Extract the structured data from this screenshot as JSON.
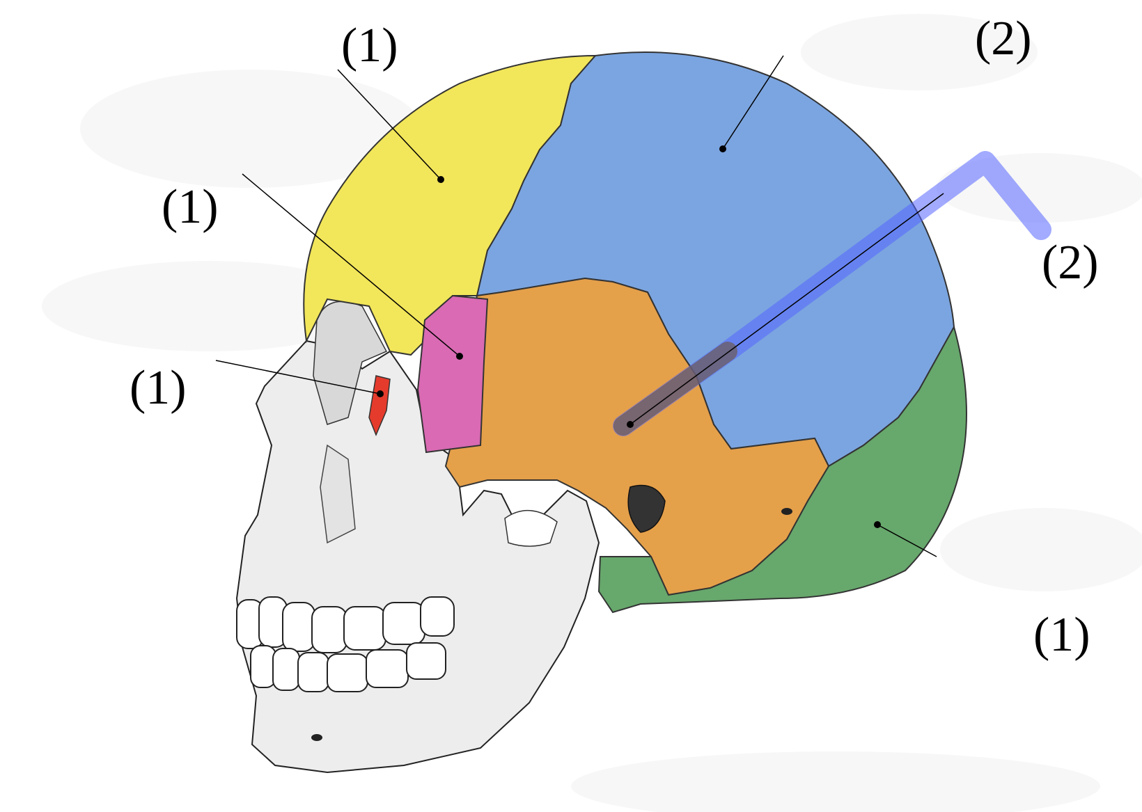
{
  "colors": {
    "frontal": "#F2E65A",
    "parietal": "#7BA5E0",
    "temporal": "#E5A04A",
    "occipital": "#67A86C",
    "sphenoid": "#D96AB3",
    "lacrimal": "#E53B2C",
    "facial": "#EDEDED",
    "highlight": "#5566FF"
  },
  "labels": [
    {
      "id": "frontal",
      "text": "(1)"
    },
    {
      "id": "sphenoid",
      "text": "(1)"
    },
    {
      "id": "lacrimal",
      "text": "(1)"
    },
    {
      "id": "parietal",
      "text": "(2)"
    },
    {
      "id": "temporal",
      "text": "(2)"
    },
    {
      "id": "occipital",
      "text": "(1)"
    }
  ]
}
